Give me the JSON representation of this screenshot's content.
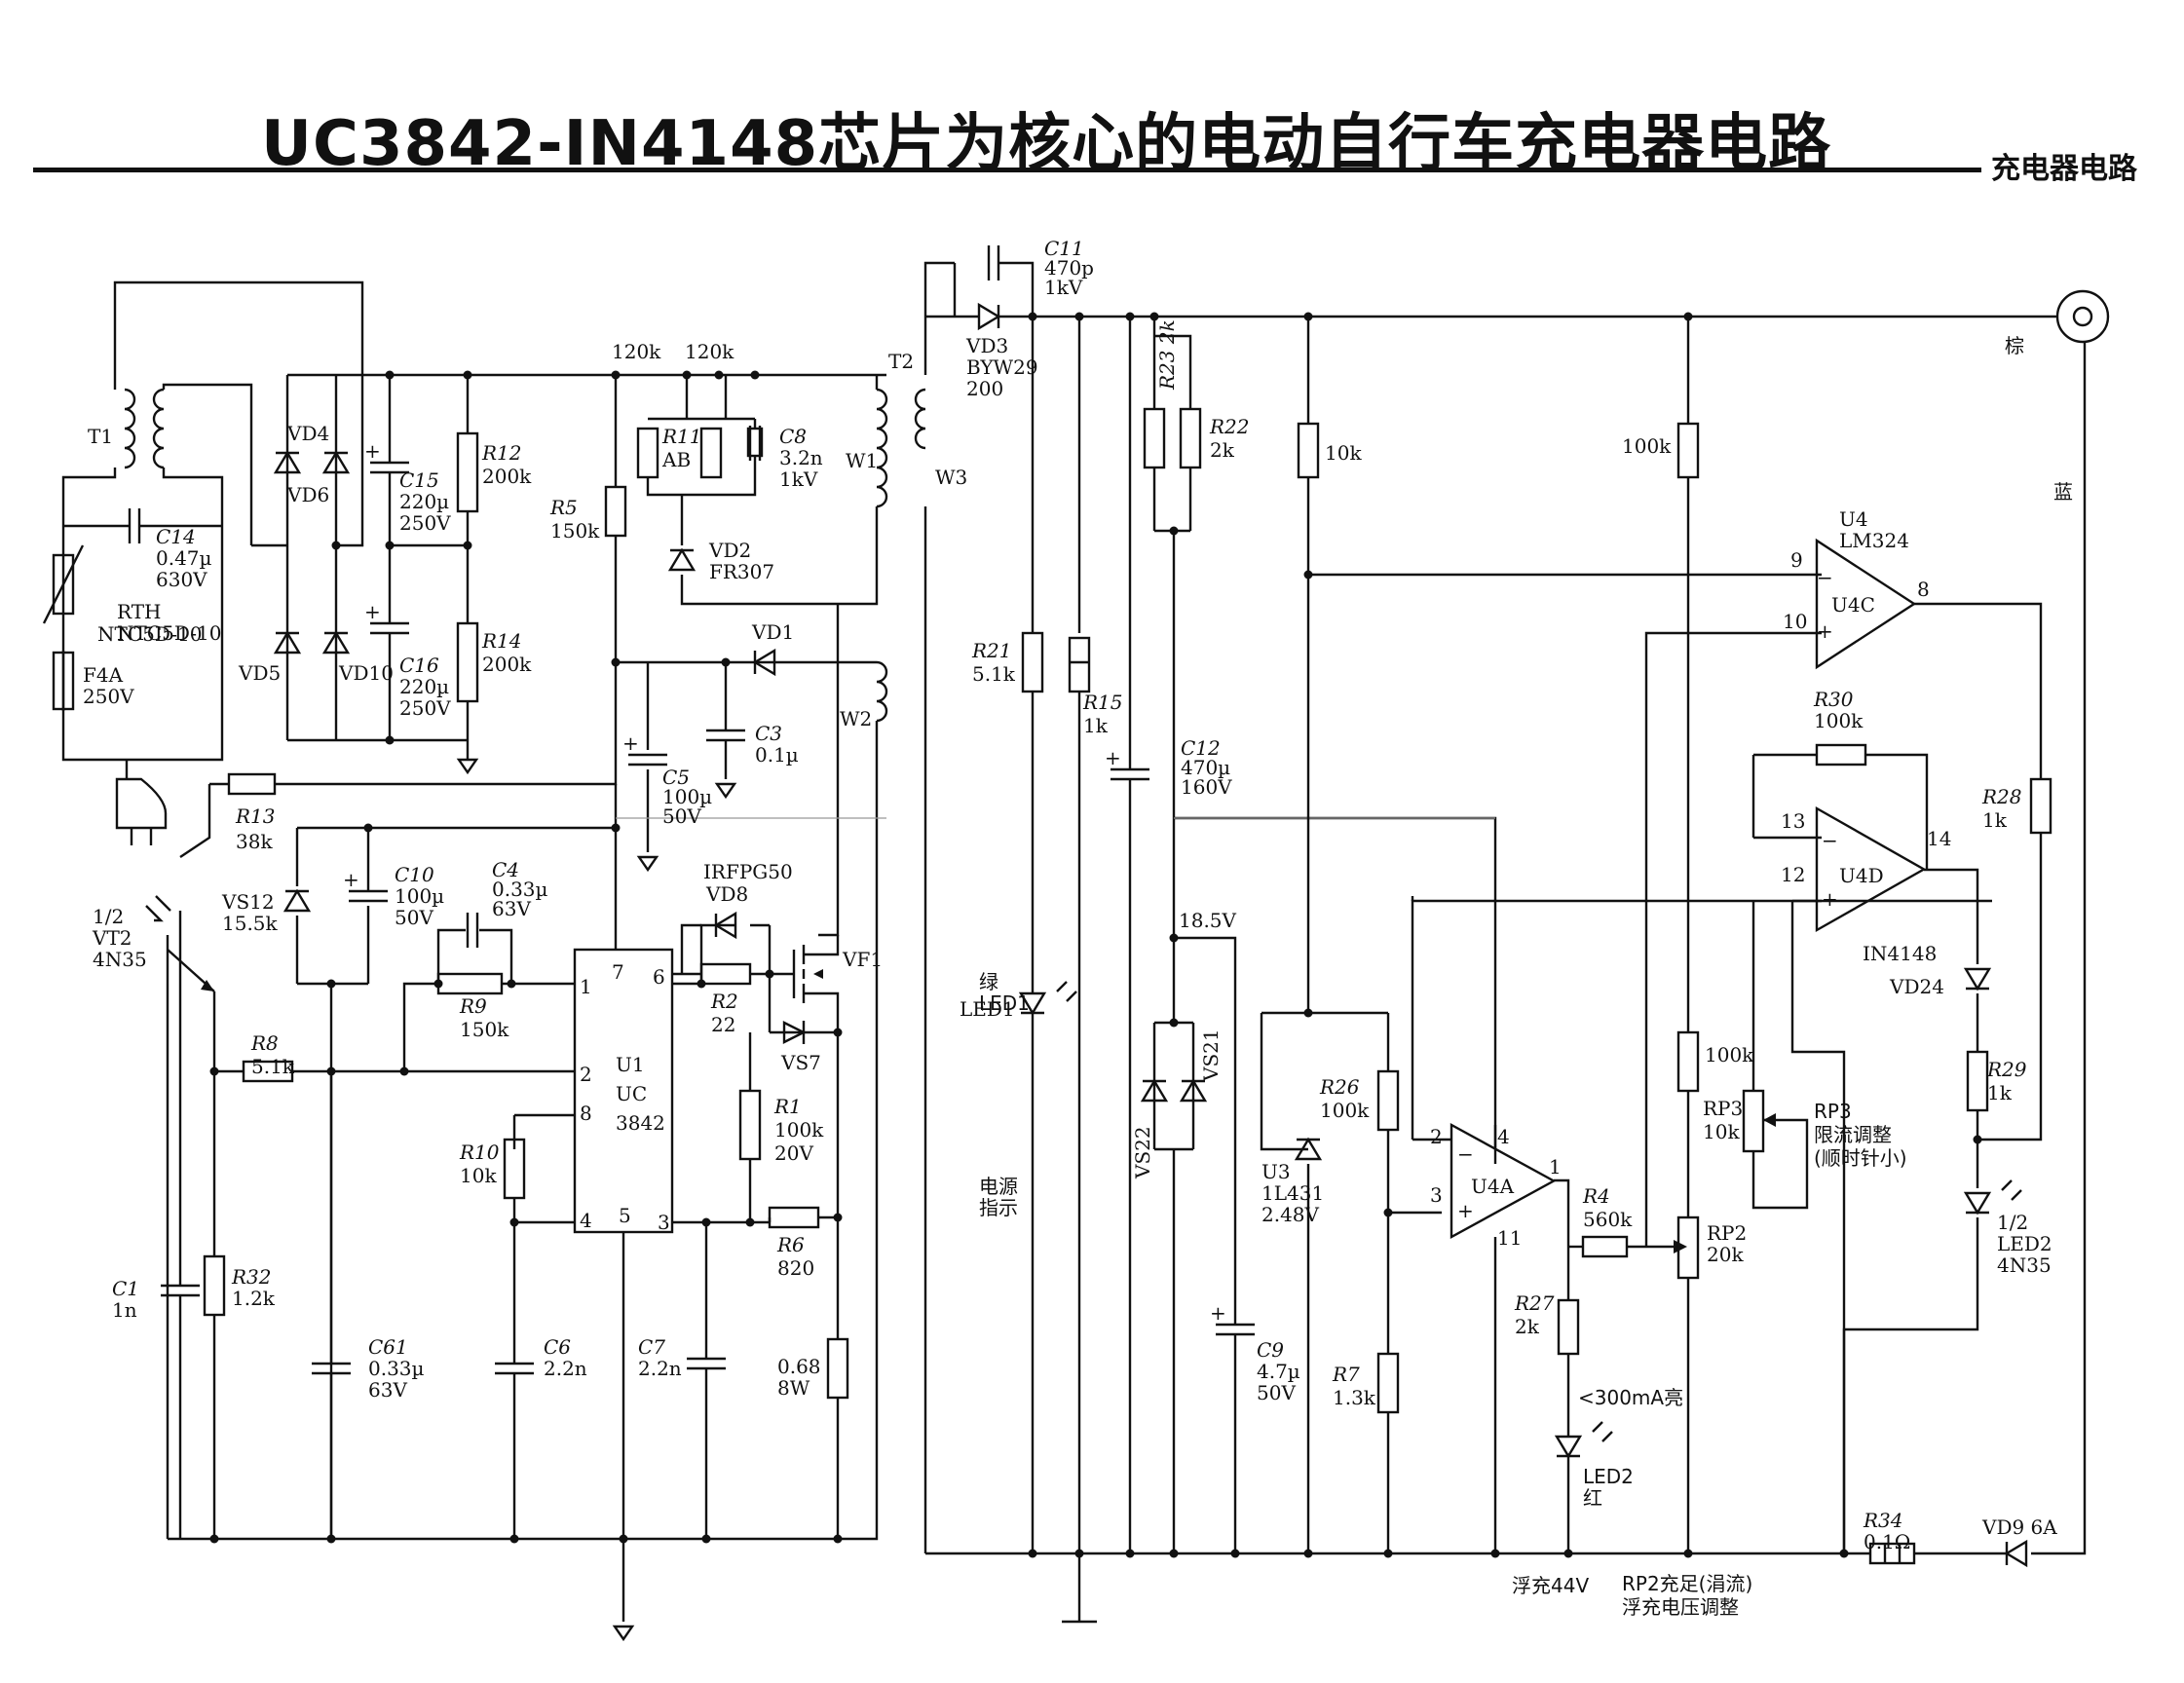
{
  "header": {
    "title": "UC3842-IN4148芯片为核心的电动自行车充电器电路",
    "section_tag": "充电器电路"
  },
  "components": {
    "t1": "T1",
    "c14": [
      "C14",
      "0.47µ",
      "630V"
    ],
    "rth": [
      "RTH",
      "NTC5D-10"
    ],
    "f4a": [
      "F4A",
      "250V"
    ],
    "vd4": "VD4",
    "vd6": "VD6",
    "vd5": "VD5",
    "vd10": "VD10",
    "c15": [
      "C15",
      "220µ",
      "250V"
    ],
    "c16": [
      "C16",
      "220µ",
      "250V"
    ],
    "r12": [
      "R12",
      "200k"
    ],
    "r14": [
      "R14",
      "200k"
    ],
    "r5": [
      "R5",
      "150k"
    ],
    "top_120k_a": "120k",
    "top_120k_b": "120k",
    "r11": [
      "R11",
      "AB"
    ],
    "c8": [
      "C8",
      "3.2n",
      "1kV"
    ],
    "vd2": [
      "VD2",
      "FR307"
    ],
    "vd1": "VD1",
    "t2": "T2",
    "w1": "W1",
    "w2": "W2",
    "w3": "W3",
    "c5": [
      "C5",
      "100µ",
      "50V"
    ],
    "c3": [
      "C3",
      "0.1µ"
    ],
    "r13": [
      "R13",
      "38k"
    ],
    "vt2": [
      "1/2",
      "VT2",
      "4N35"
    ],
    "vs12": [
      "VS12",
      "15.5k"
    ],
    "c10": [
      "C10",
      "100µ",
      "50V"
    ],
    "c4": [
      "C4",
      "0.33µ",
      "63V"
    ],
    "irfpg50": "IRFPG50",
    "vd8": "VD8",
    "vf1": "VF1",
    "r9": [
      "R9",
      "150k"
    ],
    "r8": [
      "R8",
      "5.1k"
    ],
    "r2": [
      "R2",
      "22"
    ],
    "vs7": "VS7",
    "u1": [
      "U1",
      "UC",
      "3842"
    ],
    "u1_pins": [
      "7",
      "6",
      "1",
      "2",
      "8",
      "4",
      "5",
      "3"
    ],
    "r1": [
      "R1",
      "100k",
      "20V"
    ],
    "r10": [
      "R10",
      "10k"
    ],
    "r6": [
      "R6",
      "820"
    ],
    "c1": [
      "C1",
      "1n"
    ],
    "r32": [
      "R32",
      "1.2k"
    ],
    "c61": [
      "C61",
      "0.33µ",
      "63V"
    ],
    "c6": [
      "C6",
      "2.2n"
    ],
    "c7": [
      "C7",
      "2.2n"
    ],
    "rs": [
      "0.68",
      "8W"
    ],
    "c11": [
      "C11",
      "470p",
      "1kV"
    ],
    "vd3": [
      "VD3",
      "BYW29",
      "200"
    ],
    "r23": [
      "R23",
      "2k"
    ],
    "r22": [
      "R22",
      "2k"
    ],
    "r_10k": "10k",
    "r_100k_top": "100k",
    "brown": "棕",
    "blue": "蓝",
    "u4": [
      "U4",
      "LM324"
    ],
    "u4c": "U4C",
    "u4c_pins": [
      "9",
      "10",
      "8"
    ],
    "r21": [
      "R21",
      "5.1k"
    ],
    "r15": [
      "R15",
      "1k"
    ],
    "c12": [
      "C12",
      "470µ",
      "160V"
    ],
    "r30": [
      "R30",
      "100k"
    ],
    "r28": [
      "R28",
      "1k"
    ],
    "u4d": "U4D",
    "u4d_pins": [
      "13",
      "12",
      "14"
    ],
    "in4148": "IN4148",
    "vd24": "VD24",
    "v185": "18.5V",
    "led1": [
      "绿",
      "LED1"
    ],
    "power_ind": [
      "电源",
      "指示"
    ],
    "vs21": "VS21",
    "vs22": "VS22",
    "r26": [
      "R26",
      "100k"
    ],
    "u3": [
      "U3",
      "1L431",
      "2.48V"
    ],
    "u4a": "U4A",
    "u4a_pins": [
      "2",
      "4",
      "3",
      "1",
      "11"
    ],
    "r4": [
      "R4",
      "560k"
    ],
    "r_100k_mid": "100k",
    "rp3_left": [
      "RP3",
      "10k"
    ],
    "rp3_note": [
      "RP3",
      "限流调整",
      "(顺时针小)"
    ],
    "r29": [
      "R29",
      "1k"
    ],
    "led2": [
      "1/2",
      "LED2",
      "4N35"
    ],
    "rp2": [
      "RP2",
      "20k"
    ],
    "r27": [
      "R27",
      "2k"
    ],
    "led2_note": "<300mA亮",
    "led2_red": [
      "LED2",
      "红"
    ],
    "c9": [
      "C9",
      "4.7µ",
      "50V"
    ],
    "r7": [
      "R7",
      "1.3k"
    ],
    "float44": "浮充44V",
    "rp2_note": [
      "RP2充足(涓流)",
      "浮充电压调整"
    ],
    "r34": [
      "R34",
      "0.1Ω"
    ],
    "vd9": "VD9 6A"
  }
}
